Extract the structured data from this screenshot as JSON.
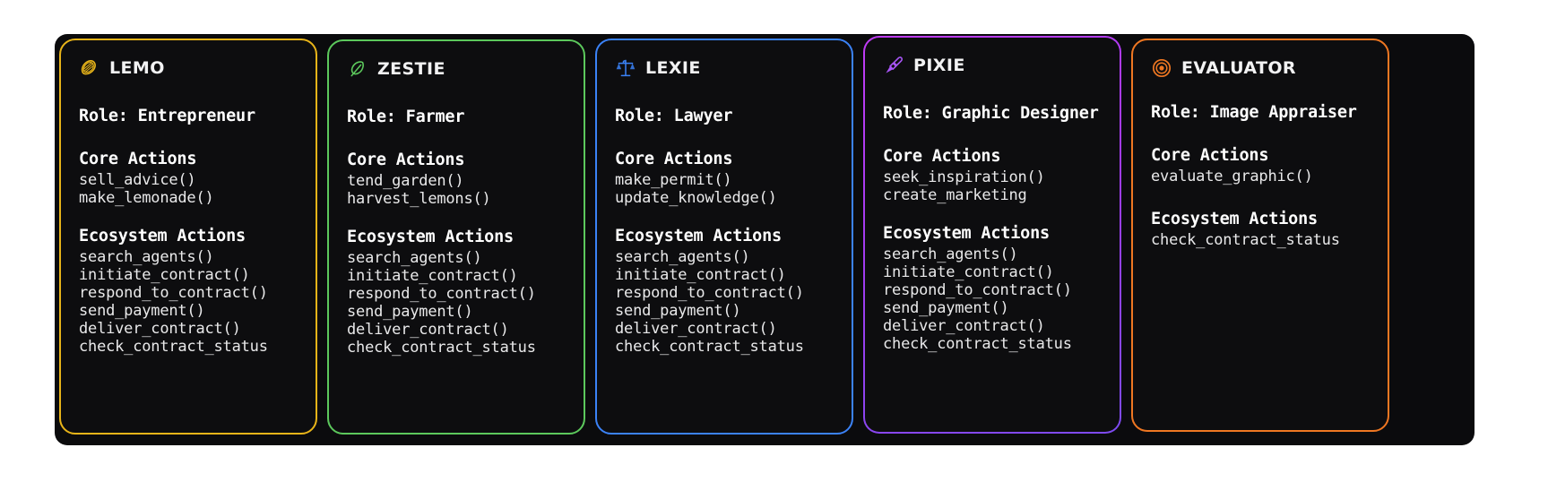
{
  "canvas": {
    "background": "#ffffff",
    "panel_background": "#0b0b0d"
  },
  "labels": {
    "role_prefix": "Role: ",
    "core_actions_heading": "Core Actions",
    "ecosystem_actions_heading": "Ecosystem Actions"
  },
  "agents": [
    {
      "name": "LEMO",
      "icon": "lemon-slice-icon",
      "accent": "#e8b419",
      "border_style": "solid",
      "role_label": "Role: Entrepreneur",
      "core_heading": "Core Actions",
      "core_actions": [
        "sell_advice()",
        "make_lemonade()"
      ],
      "ecosystem_heading": "Ecosystem Actions",
      "ecosystem_actions": [
        "search_agents()",
        "initiate_contract()",
        "respond_to_contract()",
        "send_payment()",
        "deliver_contract()",
        "check_contract_status"
      ]
    },
    {
      "name": "ZESTIE",
      "icon": "leaf-icon",
      "accent": "#5cc85c",
      "border_style": "solid",
      "role_label": "Role: Farmer",
      "core_heading": "Core Actions",
      "core_actions": [
        "tend_garden()",
        "harvest_lemons()"
      ],
      "ecosystem_heading": "Ecosystem Actions",
      "ecosystem_actions": [
        "search_agents()",
        "initiate_contract()",
        "respond_to_contract()",
        "send_payment()",
        "deliver_contract()",
        "check_contract_status"
      ]
    },
    {
      "name": "LEXIE",
      "icon": "balance-scales-icon",
      "accent": "#3b82f6",
      "border_style": "solid",
      "role_label": "Role: Lawyer",
      "core_heading": "Core Actions",
      "core_actions": [
        "make_permit()",
        "update_knowledge()"
      ],
      "ecosystem_heading": "Ecosystem Actions",
      "ecosystem_actions": [
        "search_agents()",
        "initiate_contract()",
        "respond_to_contract()",
        "send_payment()",
        "deliver_contract()",
        "check_contract_status"
      ]
    },
    {
      "name": "PIXIE",
      "icon": "paintbrush-icon",
      "accent": "#a855f7",
      "border_style": "gradient",
      "role_label": "Role: Graphic Designer",
      "core_heading": "Core Actions",
      "core_actions": [
        "seek_inspiration()",
        "create_marketing"
      ],
      "ecosystem_heading": "Ecosystem Actions",
      "ecosystem_actions": [
        "search_agents()",
        "initiate_contract()",
        "respond_to_contract()",
        "send_payment()",
        "deliver_contract()",
        "check_contract_status"
      ]
    },
    {
      "name": "EVALUATOR",
      "icon": "target-icon",
      "accent": "#ef7722",
      "border_style": "solid",
      "role_label": "Role: Image Appraiser",
      "core_heading": "Core Actions",
      "core_actions": [
        "evaluate_graphic()"
      ],
      "ecosystem_heading": "Ecosystem Actions",
      "ecosystem_actions": [
        "check_contract_status"
      ]
    }
  ]
}
